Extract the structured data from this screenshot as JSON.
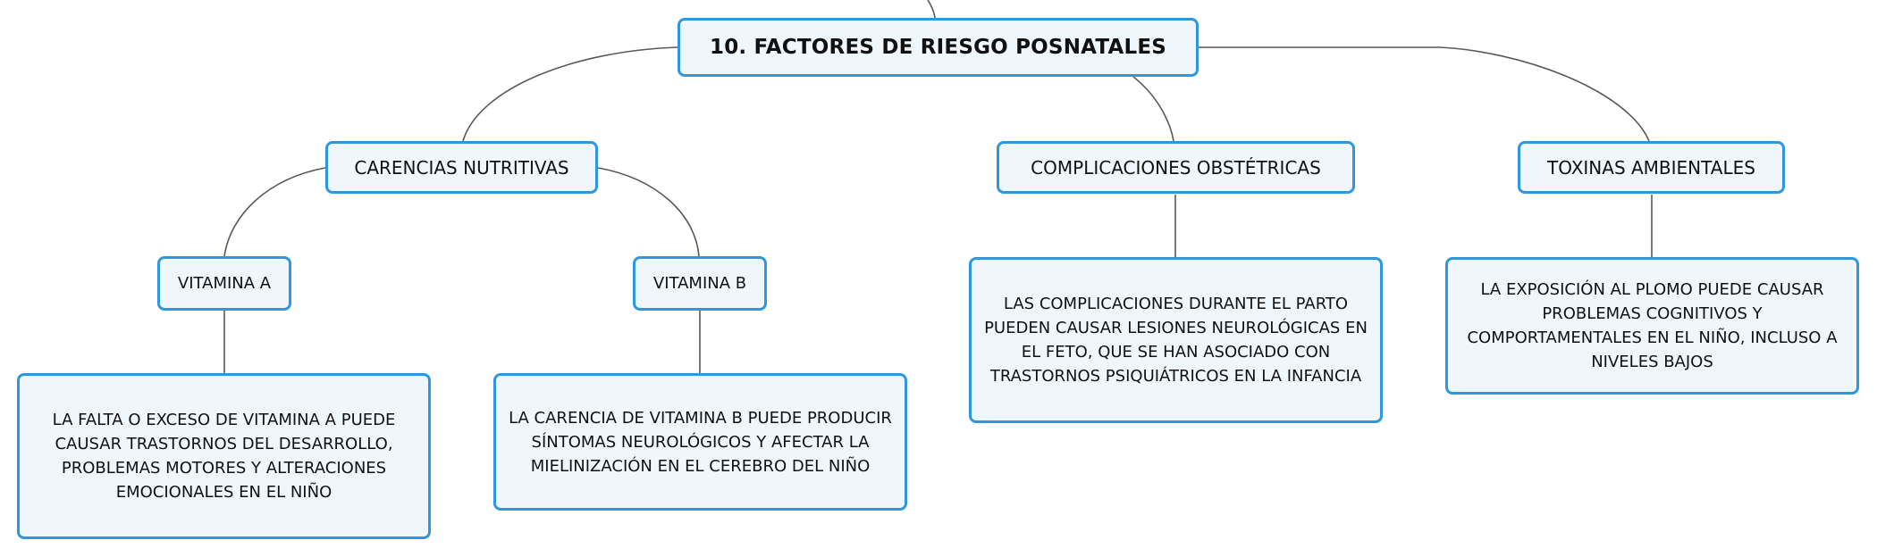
{
  "colors": {
    "node_border": "#2f97db",
    "node_fill": "#eff7fd",
    "connector": "#555a5f",
    "text": "#111111"
  },
  "root": {
    "label": "10. FACTORES DE RIESGO POSNATALES"
  },
  "branches": {
    "nutritional": {
      "label": "CARENCIAS NUTRITIVAS",
      "vitamin_a": {
        "label": "VITAMINA A",
        "description": "LA FALTA O EXCESO DE VITAMINA A PUEDE CAUSAR TRASTORNOS DEL DESARROLLO, PROBLEMAS MOTORES Y ALTERACIONES EMOCIONALES EN EL NIÑO"
      },
      "vitamin_b": {
        "label": "VITAMINA B",
        "description": "LA CARENCIA DE VITAMINA B PUEDE PRODUCIR SÍNTOMAS NEUROLÓGICOS Y AFECTAR LA MIELINIZACIÓN EN EL CEREBRO DEL NIÑO"
      }
    },
    "obstetric": {
      "label": "COMPLICACIONES OBSTÉTRICAS",
      "description": "LAS COMPLICACIONES DURANTE EL PARTO PUEDEN CAUSAR LESIONES NEUROLÓGICAS EN EL FETO, QUE SE HAN ASOCIADO CON TRASTORNOS PSIQUIÁTRICOS EN LA INFANCIA"
    },
    "toxins": {
      "label": "TOXINAS AMBIENTALES",
      "description": "LA EXPOSICIÓN AL PLOMO PUEDE CAUSAR PROBLEMAS COGNITIVOS Y COMPORTAMENTALES EN EL NIÑO, INCLUSO A NIVELES BAJOS"
    }
  }
}
